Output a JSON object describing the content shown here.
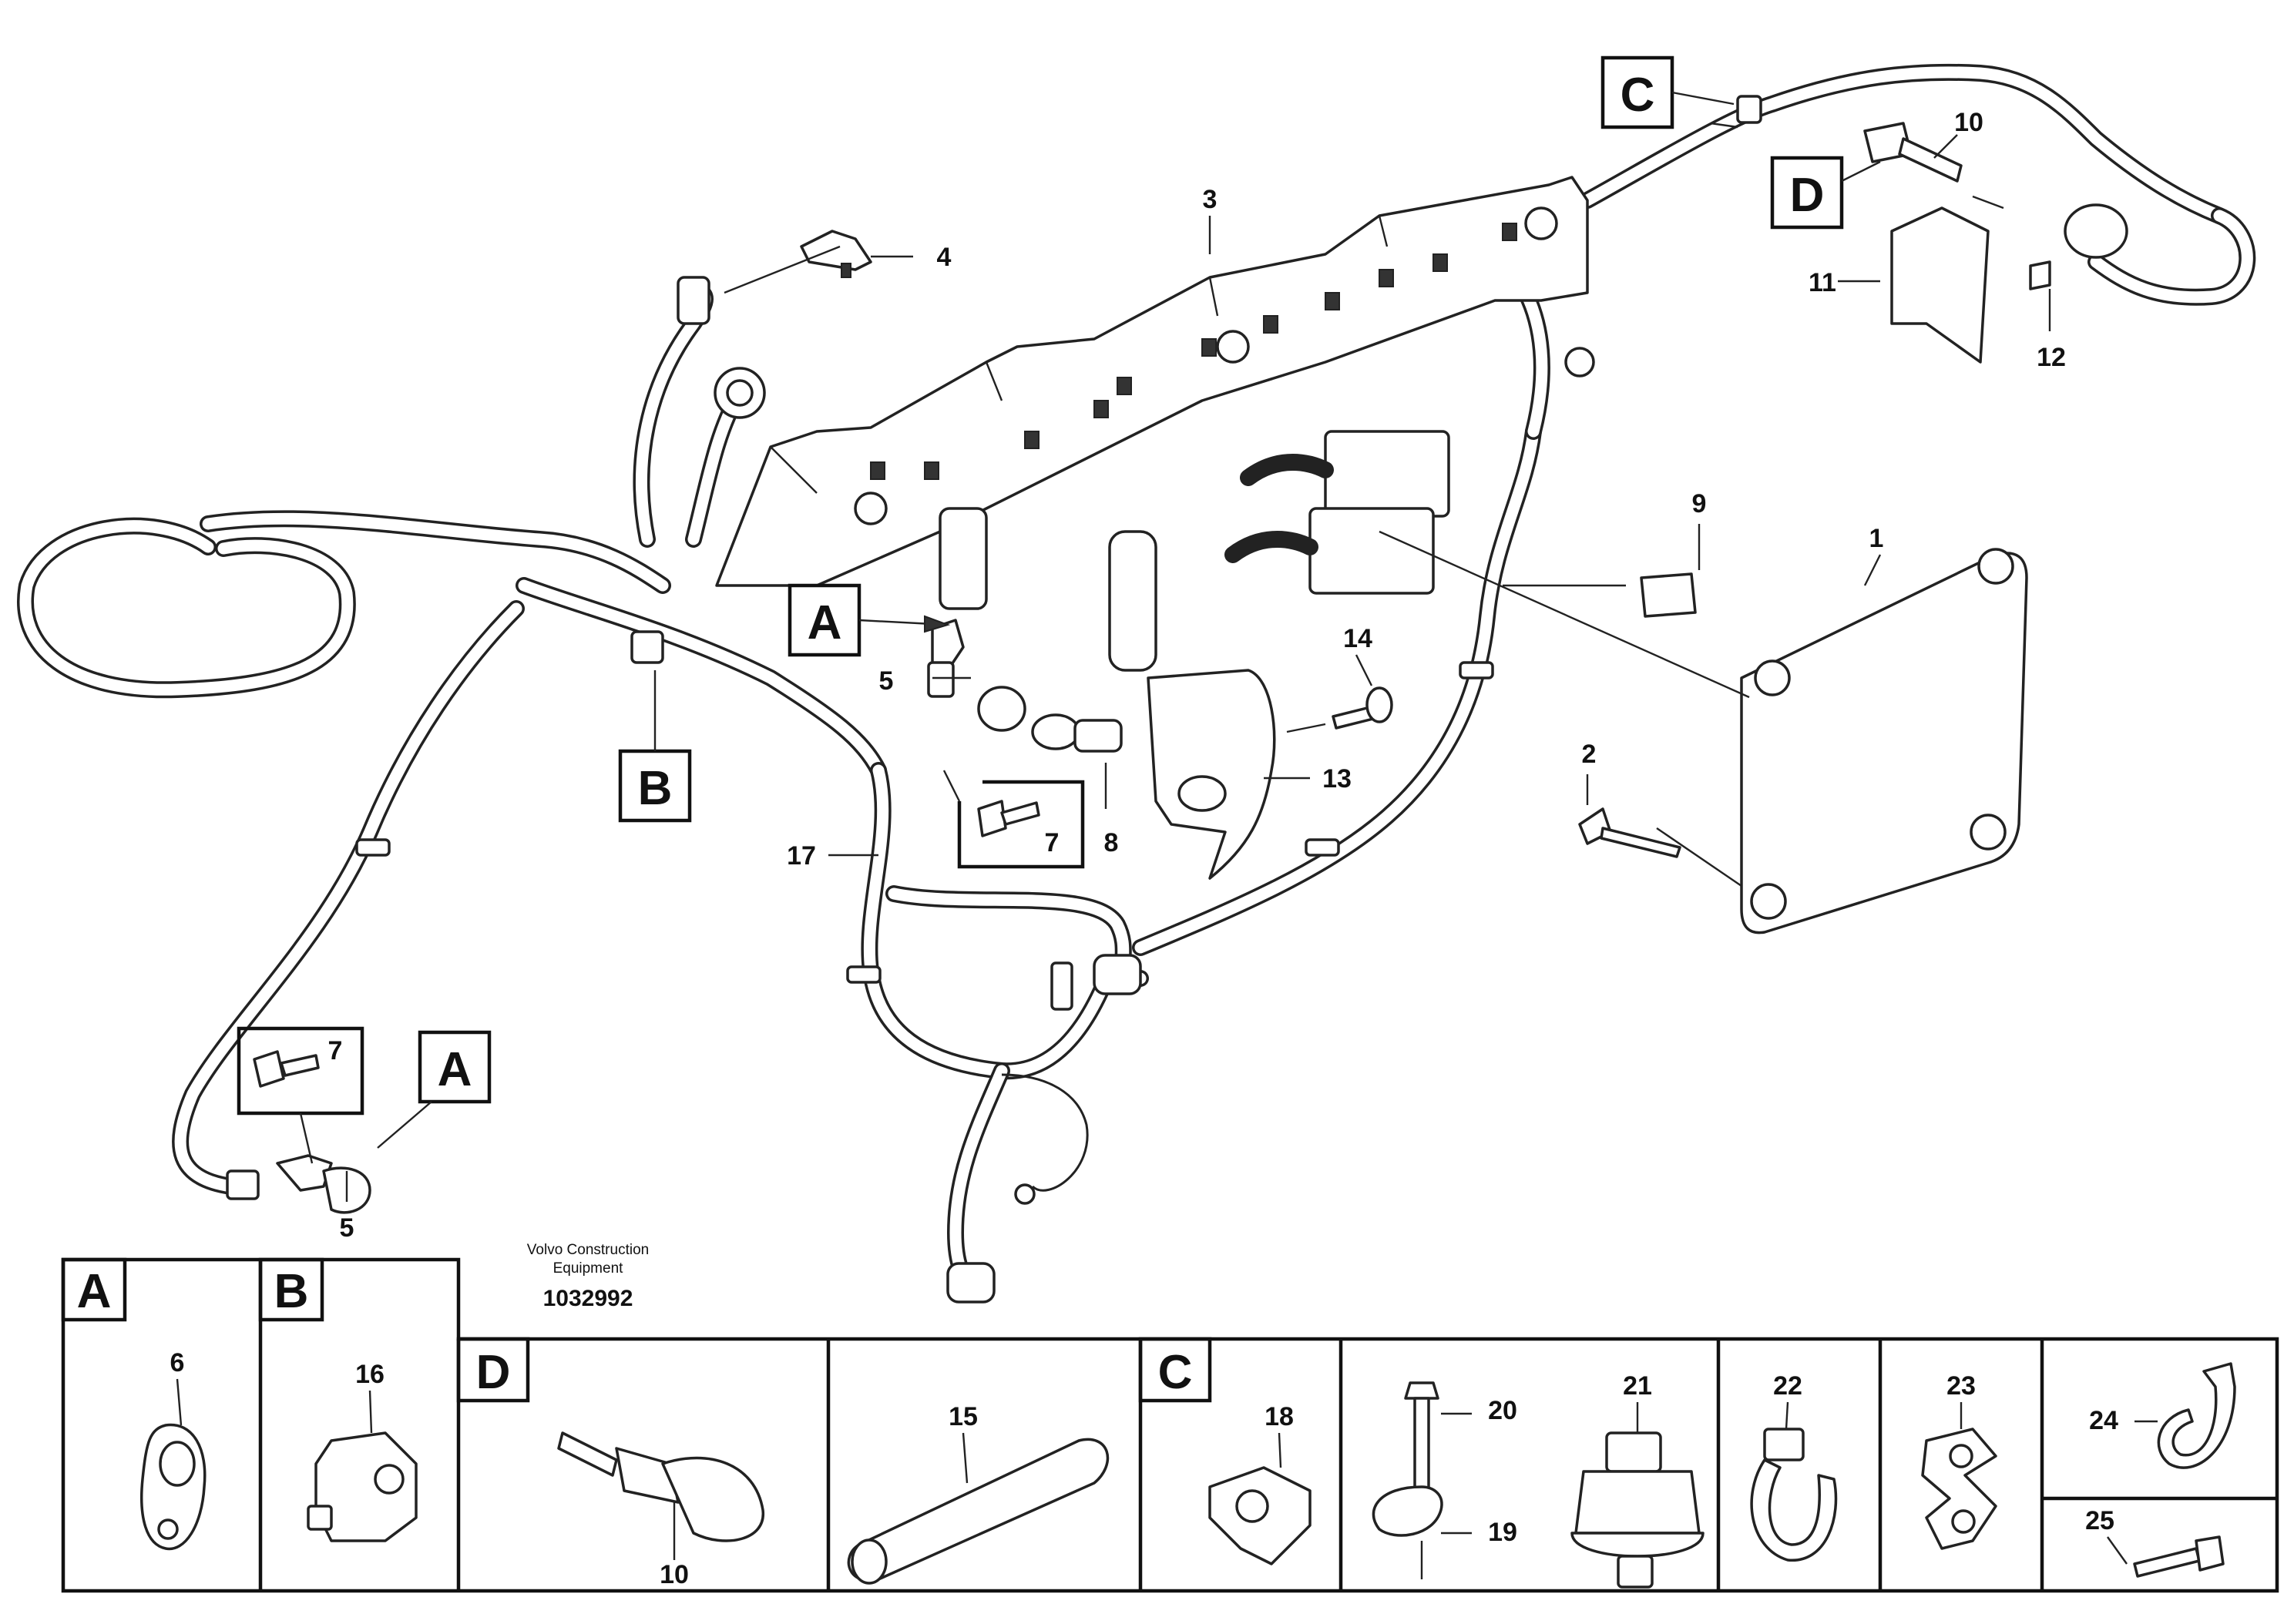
{
  "diagram": {
    "credit": {
      "line1": "Volvo Construction",
      "line2": "Equipment",
      "id": "1032992"
    },
    "callouts": [
      {
        "id": "c1",
        "text": "1"
      },
      {
        "id": "c2",
        "text": "2"
      },
      {
        "id": "c3",
        "text": "3"
      },
      {
        "id": "c4",
        "text": "4"
      },
      {
        "id": "c5a",
        "text": "5"
      },
      {
        "id": "c5b",
        "text": "5"
      },
      {
        "id": "c7a",
        "text": "7"
      },
      {
        "id": "c7b",
        "text": "7"
      },
      {
        "id": "c8",
        "text": "8"
      },
      {
        "id": "c9",
        "text": "9"
      },
      {
        "id": "c10",
        "text": "10"
      },
      {
        "id": "c11",
        "text": "11"
      },
      {
        "id": "c12",
        "text": "12"
      },
      {
        "id": "c13",
        "text": "13"
      },
      {
        "id": "c14",
        "text": "14"
      },
      {
        "id": "c17",
        "text": "17"
      }
    ],
    "section_boxes": [
      {
        "id": "boxA1",
        "letter": "A"
      },
      {
        "id": "boxA2",
        "letter": "A"
      },
      {
        "id": "boxB",
        "letter": "B"
      },
      {
        "id": "boxC",
        "letter": "C"
      },
      {
        "id": "boxD",
        "letter": "D"
      }
    ],
    "detail_panels": [
      {
        "id": "pA",
        "letter": "A",
        "parts": [
          "6"
        ]
      },
      {
        "id": "pB",
        "letter": "B",
        "parts": [
          "16"
        ]
      },
      {
        "id": "pD",
        "letter": "D",
        "parts": [
          "10"
        ]
      },
      {
        "id": "p15",
        "letter": "",
        "parts": [
          "15"
        ]
      },
      {
        "id": "pC",
        "letter": "C",
        "parts": [
          "18"
        ]
      },
      {
        "id": "p20",
        "letter": "",
        "parts": [
          "20",
          "19"
        ]
      },
      {
        "id": "p21",
        "letter": "",
        "parts": [
          "21"
        ]
      },
      {
        "id": "p22",
        "letter": "",
        "parts": [
          "22"
        ]
      },
      {
        "id": "p23",
        "letter": "",
        "parts": [
          "23"
        ]
      },
      {
        "id": "p24",
        "letter": "",
        "parts": [
          "24"
        ]
      },
      {
        "id": "p25",
        "letter": "",
        "parts": [
          "25"
        ]
      }
    ]
  }
}
